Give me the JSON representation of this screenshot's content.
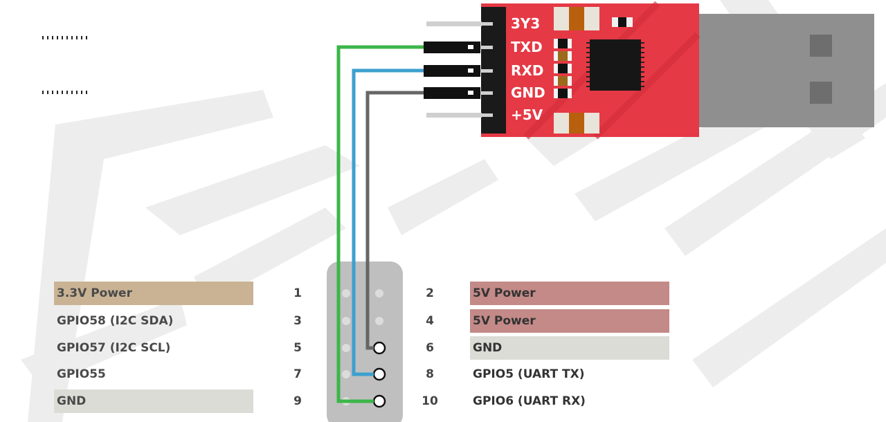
{
  "colors": {
    "power_3v3": "#c9b394",
    "power_5v": "#c38a88",
    "ground": "#dcdcd6",
    "board": "#e53945",
    "wire_green": "#3cb64a",
    "wire_blue": "#3ea0cf",
    "wire_gray": "#666666",
    "watermark": "#ececec"
  },
  "module": {
    "pins": [
      {
        "label": "3Y3",
        "connected": false
      },
      {
        "label": "TXD",
        "connected": true
      },
      {
        "label": "RXD",
        "connected": true
      },
      {
        "label": "GND",
        "connected": true
      },
      {
        "label": "+5V",
        "connected": false
      }
    ]
  },
  "header": {
    "left": [
      {
        "num": "1",
        "label": "3.3V Power",
        "bg": "power_3v3"
      },
      {
        "num": "3",
        "label": "GPIO58 (I2C SDA)",
        "bg": ""
      },
      {
        "num": "5",
        "label": "GPIO57 (I2C SCL)",
        "bg": ""
      },
      {
        "num": "7",
        "label": "GPIO55",
        "bg": ""
      },
      {
        "num": "9",
        "label": "GND",
        "bg": "ground"
      }
    ],
    "right": [
      {
        "num": "2",
        "label": "5V Power",
        "bg": "power_5v"
      },
      {
        "num": "4",
        "label": "5V Power",
        "bg": "power_5v"
      },
      {
        "num": "6",
        "label": "GND",
        "bg": "ground"
      },
      {
        "num": "8",
        "label": "GPIO5 (UART TX)",
        "bg": ""
      },
      {
        "num": "10",
        "label": "GPIO6 (UART RX)",
        "bg": ""
      }
    ]
  },
  "wires": [
    {
      "from": "TXD",
      "to": "10",
      "color": "wire_green"
    },
    {
      "from": "RXD",
      "to": "8",
      "color": "wire_blue"
    },
    {
      "from": "GND",
      "to": "6",
      "color": "wire_gray"
    }
  ]
}
